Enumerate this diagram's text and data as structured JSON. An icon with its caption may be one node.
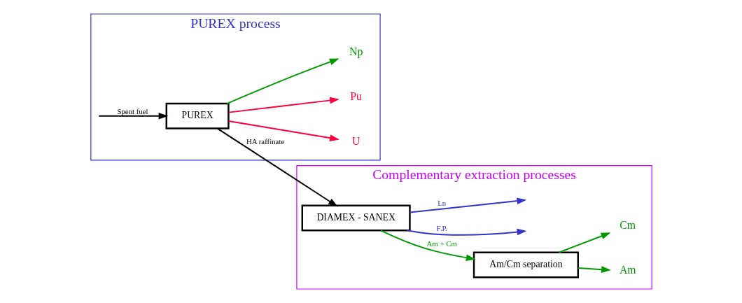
{
  "diagram": {
    "nodes": [
      {
        "text": [
          "PUREX process"
        ]
      },
      {
        "text": [
          "PUREX"
        ],
        "in": 0
      },
      {
        "text": [
          "U"
        ],
        "in": 0
      },
      {
        "text": [
          "Pu"
        ],
        "in": 0
      },
      {
        "text": [
          "Np"
        ],
        "in": 0
      },
      {
        "text": [
          "Complementary extraction processes"
        ]
      },
      {
        "text": [
          "DIAMEX - SANEX"
        ],
        "in": 5
      },
      {
        "text": [
          "Am/Cm separation"
        ],
        "in": 5
      },
      {
        "text": [
          "Am"
        ],
        "in": 5
      },
      {
        "text": [
          "Cm"
        ],
        "in": 5
      }
    ],
    "edges": [
      {
        "from": null,
        "to": 1,
        "arrow": "to",
        "label": "Spent fuel",
        "color": "#000000"
      },
      {
        "from": 1,
        "to": 2,
        "arrow": "to",
        "color": "#ff0040"
      },
      {
        "from": 1,
        "to": 3,
        "arrow": "to",
        "color": "#ff0040"
      },
      {
        "from": 1,
        "to": 4,
        "arrow": "to",
        "color": "#009900"
      },
      {
        "from": 1,
        "to": 6,
        "arrow": "to",
        "label": "HA raffinate",
        "color": "#000000"
      },
      {
        "from": 6,
        "to": 7,
        "arrow": "to",
        "label": "Am + Cm",
        "color": "#009900"
      },
      {
        "from": 7,
        "to": 8,
        "arrow": "to",
        "color": "#009900"
      },
      {
        "from": 7,
        "to": 9,
        "arrow": "to",
        "color": "#009900"
      },
      {
        "from": 6,
        "to": null,
        "arrow": "to",
        "label": "F.P.",
        "color": "#3333cc"
      },
      {
        "from": 6,
        "to": null,
        "arrow": "to",
        "label": "Ln",
        "color": "#3333cc"
      }
    ]
  }
}
